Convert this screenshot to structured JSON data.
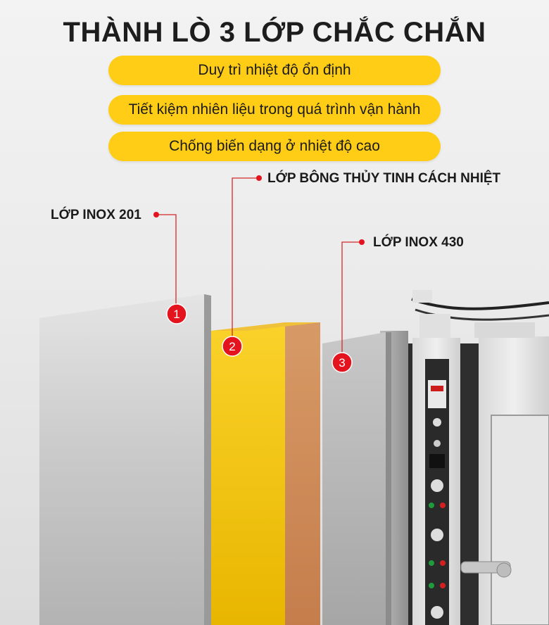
{
  "title": "THÀNH LÒ 3 LỚP CHẮC CHẮN",
  "benefits": [
    "Duy trì nhiệt độ ổn định",
    "Tiết kiệm nhiên liệu trong quá trình vận hành",
    "Chống biến dạng ở nhiệt độ cao"
  ],
  "layers": [
    {
      "number": "1",
      "label": "LỚP INOX 201"
    },
    {
      "number": "2",
      "label": "LỚP BÔNG THỦY TINH CÁCH NHIỆT"
    },
    {
      "number": "3",
      "label": "LỚP INOX 430"
    }
  ],
  "colors": {
    "accent_yellow": "#ffcd16",
    "marker_red": "#e3141e",
    "insulation_orange": "#d08a58"
  },
  "icons": [
    "oven-illustration",
    "marker-dot",
    "number-badge"
  ]
}
